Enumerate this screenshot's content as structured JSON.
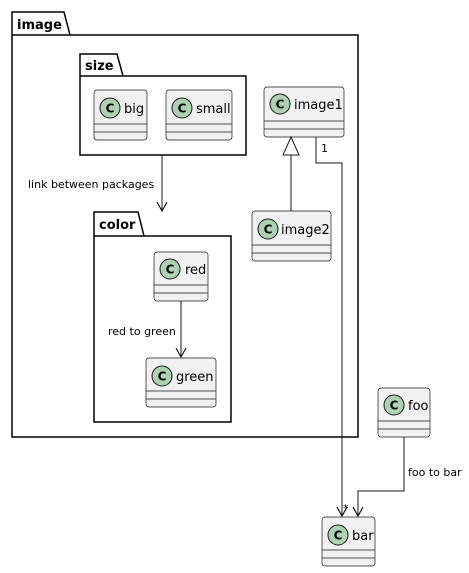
{
  "packages": {
    "image": "image",
    "size": "size",
    "color": "color"
  },
  "classes": {
    "big": "big",
    "small": "small",
    "image1": "image1",
    "image2": "image2",
    "red": "red",
    "green": "green",
    "foo": "foo",
    "bar": "bar"
  },
  "class_glyph": "C",
  "edges": {
    "size_to_color": "link between packages",
    "red_to_green": "red to green",
    "foo_to_bar": "foo to bar",
    "image1_mult": "1",
    "bar_mult": "*"
  },
  "colors": {
    "class_fill": "#F1F1F1",
    "class_stroke": "#181818",
    "glyph_fill": "#ADD1B2",
    "package_fill": "#FFFFFF",
    "line": "#181818"
  },
  "icons": {
    "class_marker": "class-c-circle-icon"
  }
}
